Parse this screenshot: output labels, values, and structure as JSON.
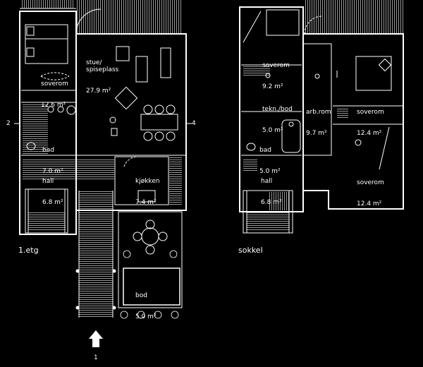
{
  "plans": {
    "first_floor": {
      "caption": "1.etg",
      "rooms": {
        "bedroom": {
          "name": "soverom",
          "area": "12.6 m²"
        },
        "living": {
          "name": "stue/\nspiseplass",
          "area": "27.9 m²"
        },
        "bath": {
          "name": "bad",
          "area": "7.0 m²"
        },
        "hall": {
          "name": "hall",
          "area": "6.8 m²"
        },
        "kitchen": {
          "name": "kjøkken",
          "area": "7.4 m²"
        },
        "storage": {
          "name": "bod",
          "area": "5.0 m²"
        }
      },
      "section_marks": {
        "left": "2",
        "right": "4",
        "bottom": "1"
      }
    },
    "basement": {
      "caption": "sokkel",
      "rooms": {
        "bedroom_a": {
          "name": "soverom",
          "area": "9.2 m²"
        },
        "tech": {
          "name": "tekn./bod",
          "area": "5.0 m²"
        },
        "office": {
          "name": "arb.rom",
          "area": "9.7 m²"
        },
        "bedroom_b": {
          "name": "soverom",
          "area": "12.4 m²"
        },
        "bath": {
          "name": "bad",
          "area": "5.0 m²"
        },
        "hall": {
          "name": "hall",
          "area": "6.8 m²"
        },
        "bedroom_c": {
          "name": "soverom",
          "area": "12.4 m²"
        }
      }
    }
  },
  "colors": {
    "background": "#000000",
    "lines": "#ffffff"
  }
}
